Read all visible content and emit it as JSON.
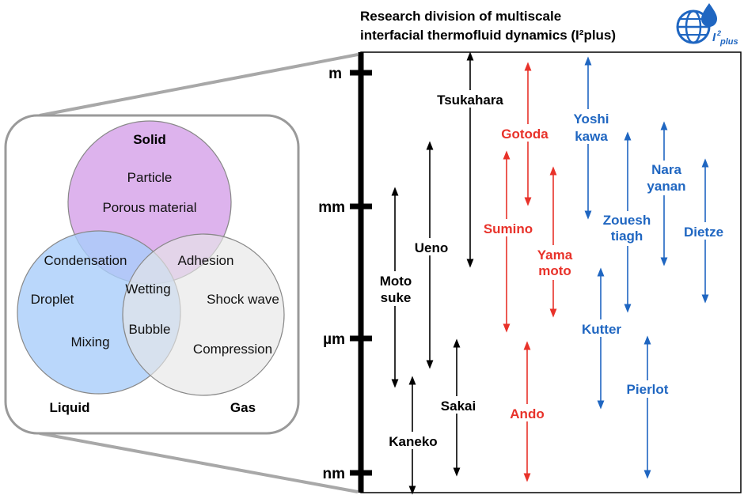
{
  "title": {
    "line1": "Research division of multiscale",
    "line2": "interfacial thermofluid dynamics  (I²plus)"
  },
  "logo": {
    "label": "I²plus",
    "icon": "globe-droplet-logo"
  },
  "scale": {
    "labels": [
      "m",
      "mm",
      "µm",
      "nm"
    ]
  },
  "venn": {
    "solid": "Solid",
    "liquid": "Liquid",
    "gas": "Gas",
    "solid_only": [
      "Particle",
      "Porous material"
    ],
    "liquid_only": [
      "Droplet",
      "Mixing"
    ],
    "gas_only": [
      "Shock wave",
      "Compression"
    ],
    "solid_liquid": "Condensation",
    "solid_gas": "Adhesion",
    "center": "Wetting",
    "liquid_gas": "Bubble",
    "colors": {
      "solid": "#d7a6ea",
      "liquid": "#a9cdfa",
      "gas": "#e9e9e9",
      "frame": "#9a9a9a"
    }
  },
  "colors": {
    "black": "#000000",
    "red": "#e8322a",
    "blue": "#1f66c1"
  },
  "researchers": [
    {
      "label_lines": [
        "Tsukahara"
      ],
      "color": "black"
    },
    {
      "label_lines": [
        "Ueno"
      ],
      "color": "black"
    },
    {
      "label_lines": [
        "Moto",
        "suke"
      ],
      "color": "black"
    },
    {
      "label_lines": [
        "Kaneko"
      ],
      "color": "black"
    },
    {
      "label_lines": [
        "Sakai"
      ],
      "color": "black"
    },
    {
      "label_lines": [
        "Gotoda"
      ],
      "color": "red"
    },
    {
      "label_lines": [
        "Sumino"
      ],
      "color": "red"
    },
    {
      "label_lines": [
        "Yama",
        "moto"
      ],
      "color": "red"
    },
    {
      "label_lines": [
        "Ando"
      ],
      "color": "red"
    },
    {
      "label_lines": [
        "Yoshi",
        "kawa"
      ],
      "color": "blue"
    },
    {
      "label_lines": [
        "Zouesh",
        "tiagh"
      ],
      "color": "blue"
    },
    {
      "label_lines": [
        "Nara",
        "yanan"
      ],
      "color": "blue"
    },
    {
      "label_lines": [
        "Dietze"
      ],
      "color": "blue"
    },
    {
      "label_lines": [
        "Kutter"
      ],
      "color": "blue"
    },
    {
      "label_lines": [
        "Pierlot"
      ],
      "color": "blue"
    }
  ]
}
